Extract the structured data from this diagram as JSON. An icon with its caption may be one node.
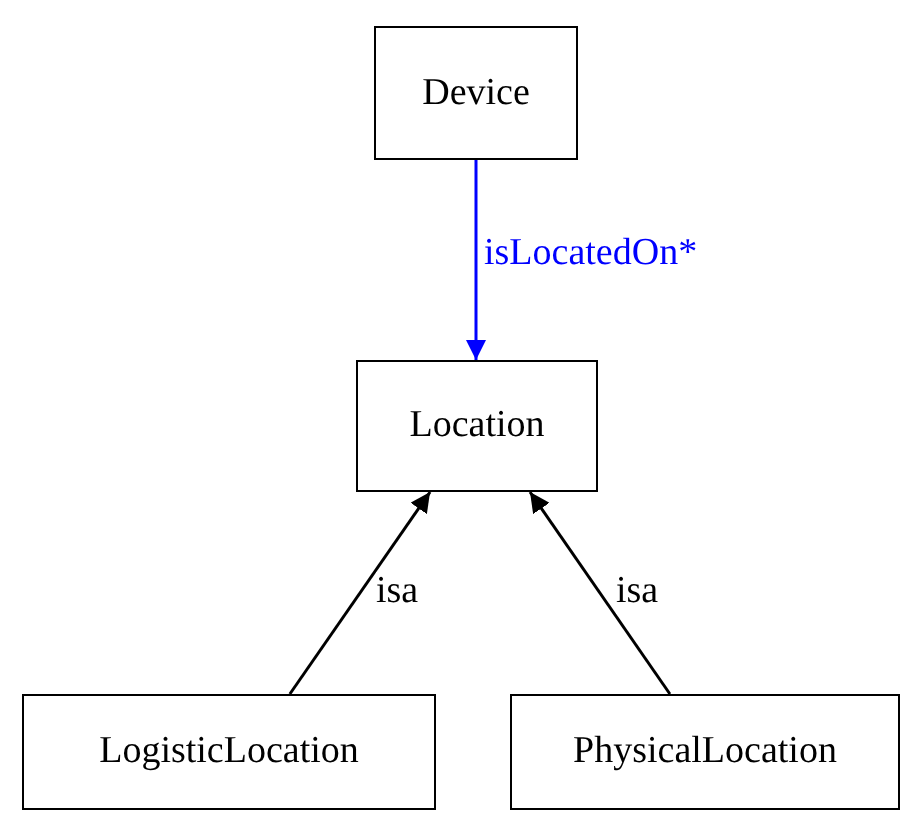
{
  "diagram": {
    "nodes": [
      {
        "text": [
          "Device"
        ]
      },
      {
        "text": [
          "Location"
        ]
      },
      {
        "text": [
          "LogisticLocation"
        ]
      },
      {
        "text": [
          "PhysicalLocation"
        ]
      }
    ],
    "edges": [
      {
        "from": 0,
        "to": 1,
        "arrow": "to",
        "label": "isLocatedOn*",
        "color": "#0000ff"
      },
      {
        "from": 2,
        "to": 1,
        "arrow": "to",
        "label": "isa"
      },
      {
        "from": 3,
        "to": 1,
        "arrow": "to",
        "label": "isa"
      }
    ]
  }
}
